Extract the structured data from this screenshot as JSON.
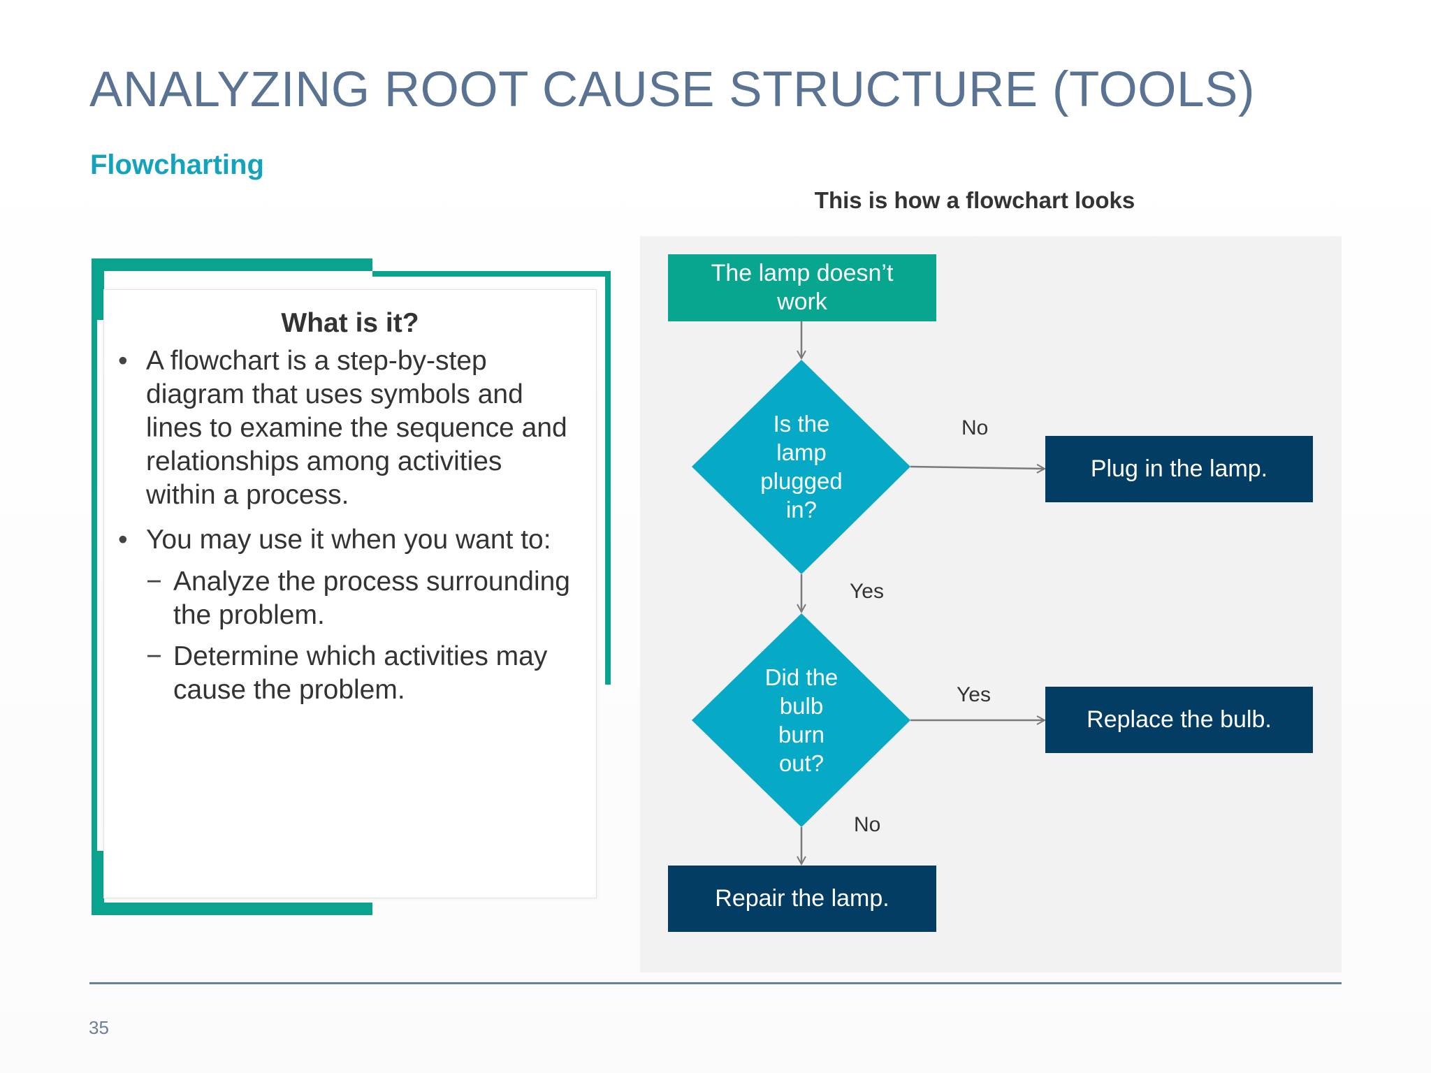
{
  "slide": {
    "title": "ANALYZING ROOT CAUSE STRUCTURE (TOOLS)",
    "subtitle": "Flowcharting",
    "page_number": "35"
  },
  "card": {
    "title": "What is it?",
    "bullets": [
      {
        "marker": "•",
        "lines": [
          "A flowchart is a step-by-step",
          "diagram that uses symbols and",
          "lines to examine the sequence and",
          "relationships among activities",
          "within a process."
        ]
      },
      {
        "marker": "•",
        "lines": [
          "You may use it when you want to:"
        ]
      }
    ],
    "sub_bullets": [
      {
        "marker": "−",
        "lines": [
          "Analyze the process surrounding",
          "the problem."
        ]
      },
      {
        "marker": "−",
        "lines": [
          "Determine which activities may",
          "cause the problem."
        ]
      }
    ]
  },
  "flowchart": {
    "caption": "This is how a flowchart looks",
    "colors": {
      "start": "#08a58f",
      "decision": "#07aac6",
      "end": "#033d63",
      "arrow": "#7a7a7a"
    },
    "nodes": {
      "start": [
        "The lamp doesn’t",
        "work"
      ],
      "decision1": [
        "Is the",
        "lamp",
        "plugged",
        "in?"
      ],
      "decision2": [
        "Did the",
        "bulb",
        "burn",
        "out?"
      ],
      "plug": "Plug in the lamp.",
      "replace": "Replace the bulb.",
      "repair": "Repair the lamp."
    },
    "edges": {
      "d1_no": "No",
      "d1_yes": "Yes",
      "d2_yes": "Yes",
      "d2_no": "No"
    }
  }
}
